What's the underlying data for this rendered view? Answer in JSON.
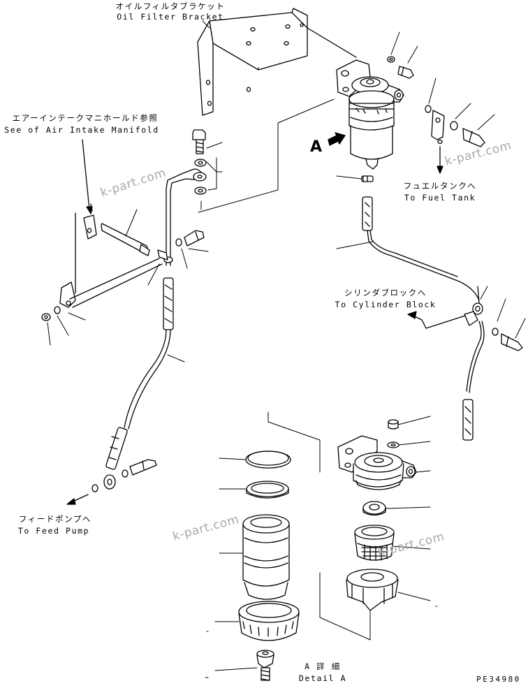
{
  "labels": {
    "oil_filter_bracket_jp": "オイルフィルタブラケット",
    "oil_filter_bracket_en": "Oil Filter Bracket",
    "air_intake_jp": "エアーインテークマニホールド参照",
    "air_intake_en": "See of Air Intake Manifold",
    "fuel_tank_jp": "フュエルタンクへ",
    "fuel_tank_en": "To Fuel Tank",
    "cylinder_block_jp": "シリンダブロックへ",
    "cylinder_block_en": "To Cylinder Block",
    "feed_pump_jp": "フィードポンプへ",
    "feed_pump_en": "To Feed Pump",
    "detail_jp": "A 詳 細",
    "detail_en": "Detail A",
    "view_marker": "A",
    "drawing_code": "PE34980"
  },
  "watermarks": [
    "k-part.com",
    "k-part.com",
    "k-part.com",
    "k-part.com"
  ]
}
